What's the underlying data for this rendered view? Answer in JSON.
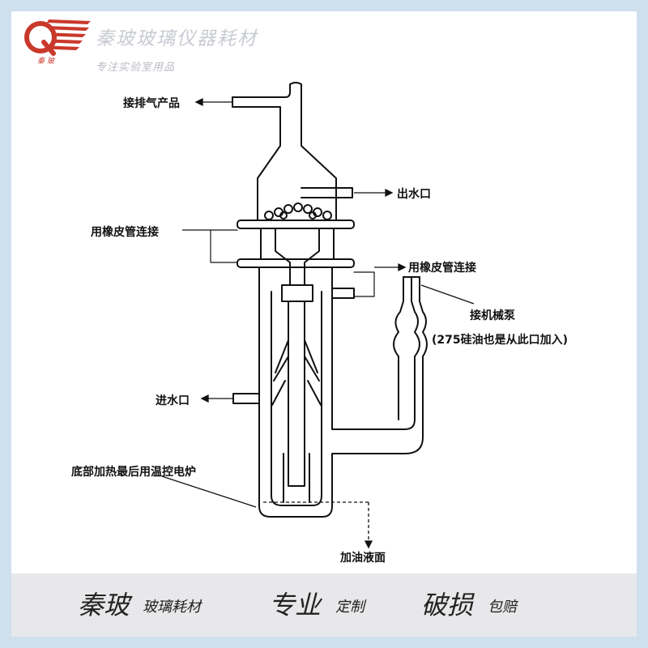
{
  "brand": {
    "name": "秦玻玻璃仪器耗材",
    "tagline": "专注实验室用品",
    "logo_letter": "Q",
    "logo_sub": "秦玻"
  },
  "labels": {
    "exhaust": "接排气产品",
    "water_out": "出水口",
    "rubber1": "用橡皮管连接",
    "rubber2": "用橡皮管连接",
    "pump": "接机械泵",
    "oil_note": "(275硅油也是从此口加入)",
    "water_in": "进水口",
    "furnace": "底部加热最后用温控电炉",
    "oil_level": "加油液面"
  },
  "footer": {
    "part1_big": "秦玻",
    "part1_small": "玻璃耗材",
    "part2_big": "专业",
    "part2_small": "定制",
    "part3_big": "破损",
    "part3_small": "包赔"
  },
  "colors": {
    "accent_red": "#c9392b",
    "line": "#111111"
  }
}
